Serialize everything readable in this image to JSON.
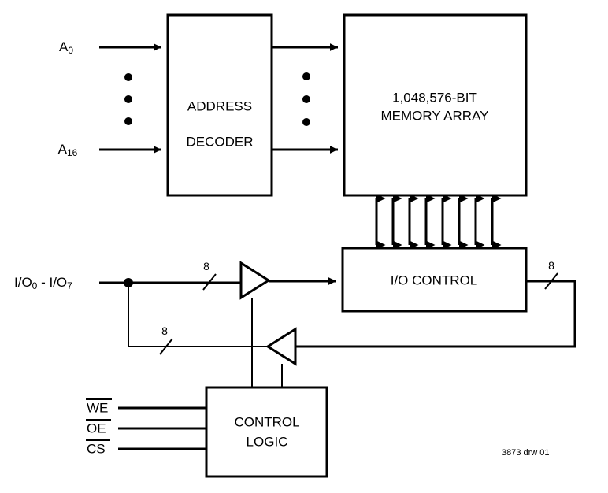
{
  "diagram": {
    "caption": "3873 drw 01",
    "blocks": [
      {
        "id": "address_decoder",
        "line1": "ADDRESS",
        "line2": "DECODER"
      },
      {
        "id": "memory_array",
        "line1": "1,048,576-BIT",
        "line2": "MEMORY ARRAY"
      },
      {
        "id": "io_control",
        "line1": "I/O CONTROL",
        "line2": ""
      },
      {
        "id": "control_logic",
        "line1": "CONTROL",
        "line2": "LOGIC"
      }
    ],
    "address_inputs": [
      {
        "base": "A",
        "sub": "0"
      },
      {
        "base": "A",
        "sub": "16"
      }
    ],
    "io_bus_label": "I/O₀ - I/O₇",
    "io_bus_base": "I/O",
    "io_bus_sub_low": "0",
    "io_bus_sub_high": "7",
    "bus_widths": {
      "input_buffer": "8",
      "output_buffer": "8",
      "io_control_out": "8"
    },
    "control_inputs": [
      {
        "label": "WE",
        "active_low": true
      },
      {
        "label": "OE",
        "active_low": true
      },
      {
        "label": "CS",
        "active_low": true
      }
    ],
    "memory_bus_arrow_count": 8,
    "vertical_ellipsis_count": 3,
    "colors": {
      "line": "#000000",
      "background": "#ffffff",
      "fill": "#ffffff"
    }
  }
}
